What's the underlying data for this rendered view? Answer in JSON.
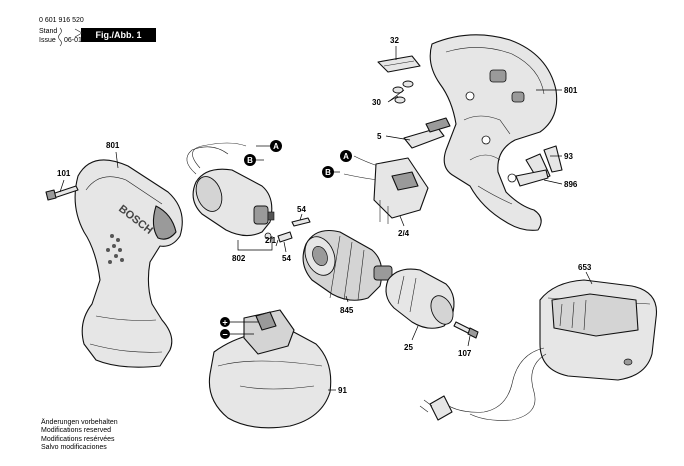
{
  "header": {
    "part_number": "0 601 916 520",
    "stand_label": "Stand",
    "stand_value": "",
    "issue_label": "Issue",
    "issue_value": "06-01-25",
    "figure_title": "Fig./Abb. 1"
  },
  "footer": {
    "lines": [
      "Änderungen vorbehalten",
      "Modifications reserved",
      "Modifications resérvées",
      "Salvo modificaciones"
    ]
  },
  "brand_text": "BOSCH",
  "markers": {
    "a": "A",
    "b": "B",
    "plus": "+",
    "minus": "−"
  },
  "part_labels": {
    "p32": "32",
    "p30": "30",
    "p5": "5",
    "p801_right": "801",
    "p93": "93",
    "p896": "896",
    "p801_left": "801",
    "p101": "101",
    "p54_top": "54",
    "p2_1": "2/1",
    "p54_bottom": "54",
    "p802": "802",
    "p2_4": "2/4",
    "p845": "845",
    "p25": "25",
    "p107": "107",
    "p653": "653",
    "p91": "91"
  },
  "colors": {
    "ink": "#000000",
    "part_fill": "#e6e6e6",
    "part_dark": "#9a9a9a",
    "marker_fill": "#000000",
    "marker_text": "#ffffff"
  }
}
